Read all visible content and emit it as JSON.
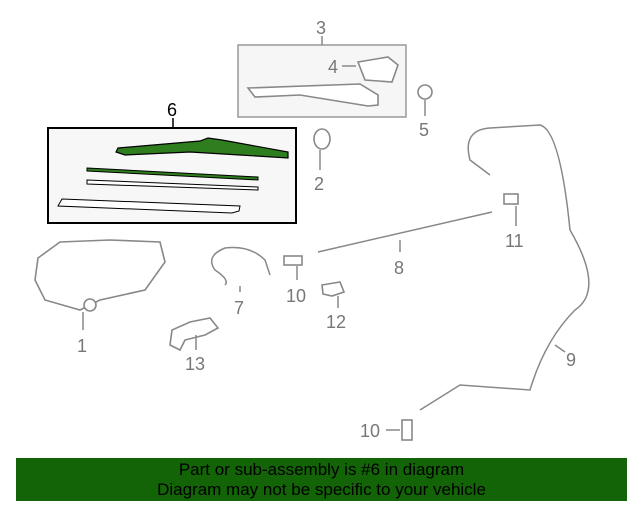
{
  "diagram": {
    "callouts": [
      "1",
      "2",
      "3",
      "4",
      "5",
      "6",
      "7",
      "8",
      "9",
      "10",
      "10",
      "11",
      "12",
      "13"
    ],
    "highlight_color": "#2e7d1e"
  },
  "banner": {
    "line1": "Part or sub-assembly is #6 in diagram",
    "line2": "Diagram may not be specific to your vehicle",
    "color": "#136307"
  }
}
